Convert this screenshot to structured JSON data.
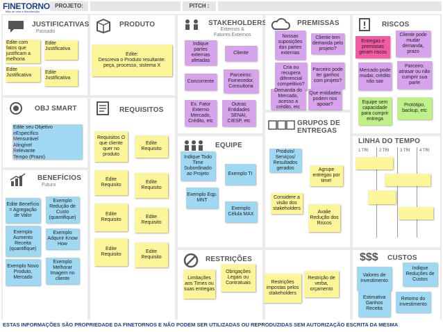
{
  "header": {
    "logo": "FINETORNOS",
    "logo_sub": "Mão de obra e Manutenção",
    "projeto_label": "PROJETO:",
    "pitch_label": "PITCH :"
  },
  "sections": {
    "justificativas": {
      "title": "JUSTIFICATIVAS",
      "subtitle": "Passado"
    },
    "produto": {
      "title": "PRODUTO"
    },
    "stakeholders": {
      "title": "STAKEHOLDERS",
      "subtitle": "Externos &\nFatores Externos"
    },
    "premissas": {
      "title": "PREMISSAS"
    },
    "riscos": {
      "title": "RISCOS"
    },
    "obj_smart": {
      "title": "OBJ SMART"
    },
    "requisitos": {
      "title": "REQUISITOS"
    },
    "equipe": {
      "title": "EQUIPE"
    },
    "grupos": {
      "title": "GRUPOS DE\nENTREGAS"
    },
    "linha": {
      "title": "LINHA DO TEMPO",
      "ticks": [
        "1 TRI",
        "2 TRI",
        "3 TRI",
        "4 TRI"
      ]
    },
    "beneficios": {
      "title": "BENEFÍCIOS",
      "subtitle": "Futuro"
    },
    "restricoes": {
      "title": "RESTRIÇÕES"
    },
    "custos": {
      "title": "CUSTOS"
    }
  },
  "notes": {
    "just1": "Edite com fatos que justificam a melhoria",
    "just2": "Edite Justificativa",
    "just3": "Edite Justificativa",
    "just4": "Edite Justificativa",
    "prod1": "Edite:\nDescreva o Produto resultante: peça, processo, sistema X",
    "stk1": "Indique partes externas afetadas",
    "stk2": "Cliente",
    "stk3": "Concorrente",
    "stk4": "Parceiros: Fornecedor, Consultoria",
    "stk5": "Ex. Fator Externo Mercado, Crédito, etc",
    "stk6": "Outras Entidades SENAI, CIESP, etc",
    "pre1": "Nossas suposições das partes externas",
    "pre2": "Cliente tem demanda pelo projeto?",
    "pre3": "Cria ou recupera diferencial competitivo?",
    "pre4": "Parceiro pode ter ganhos com projeto?",
    "pre5": "Demanda do Mercado, acesso a crédito, etc",
    "pre6": "Que entidades podem nos apoiar?",
    "ris1": "Entregas e premissas geram riscos",
    "ris2": "Cliente pode mudar demanda, prazo",
    "ris3": "Mercado pode mudar, crédito não sair",
    "ris4": "Parceiro: atrasar ou não cumprir sua parte",
    "ris5": "Equipe sem capacidade para cumprir entrega",
    "ris6": "Protótipo, backup, etc",
    "obj1": "Edite seu Objetivo",
    "obj_letters": [
      "e",
      "M",
      "A",
      "R",
      "T"
    ],
    "obj_words": [
      "Específico",
      "ensurável",
      "tingível",
      "elevante",
      "empo (Prazo)"
    ],
    "req1": "Requisitos O que cliente quer no produto",
    "req2": "Edite Requisito",
    "req3": "Edite Requisito",
    "req4": "Edite Requisito",
    "req5": "Edite Requisito",
    "req6": "Edite Requisito",
    "req7": "Edite Requisito",
    "req8": "Edite Requisito",
    "eq1": "Indique Todo Time Subordinado ao Projeto",
    "eq2": "Exemplo TI",
    "eq3": "Exemplo Eqp. MNT",
    "eq4": "Exemplo Célula MAX",
    "gr1": "Produto/ Serviços/ Resultados gerados",
    "gr2": "Agrupe entregas por time!",
    "gr3": "Considere a visão dos stakeholders",
    "gr4": "Avalie Redução dos Riscos",
    "ben1": "Edite Benefício = Agregação de Valor",
    "ben2": "Exemplo Redução de Custo (quantifique)",
    "ben3": "Exemplo Aumento Receita (quantifique)",
    "ben4": "Exemplo Adquirir Know How",
    "ben5": "Exemplo Novo Produto, Mercado",
    "ben6": "Exemplo Melhorar Imagem no cliente",
    "res1": "Limitações aos Times ou suas entregas",
    "res2": "Obrigações Legais ou Contratuais",
    "res3": "Restrições impostas pelos stakeholders",
    "res4": "Restrição de verba, orçamento",
    "cus1": "Valores de Investimento",
    "cus2": "Indique Reduções de Custos",
    "cus3": "Estimativa Ganhos Receita",
    "cus4": "Retorno do Investimento"
  },
  "footer": "ESTAS  INFORMAÇÕES SÃO PROPRIEDADE DA FINETORNOS  E NÃO PODEM SER UTILIZADAS OU REPRODUZIDAS SEM AUTORIZAÇÃO ESCRITA  DA  MESMA"
}
